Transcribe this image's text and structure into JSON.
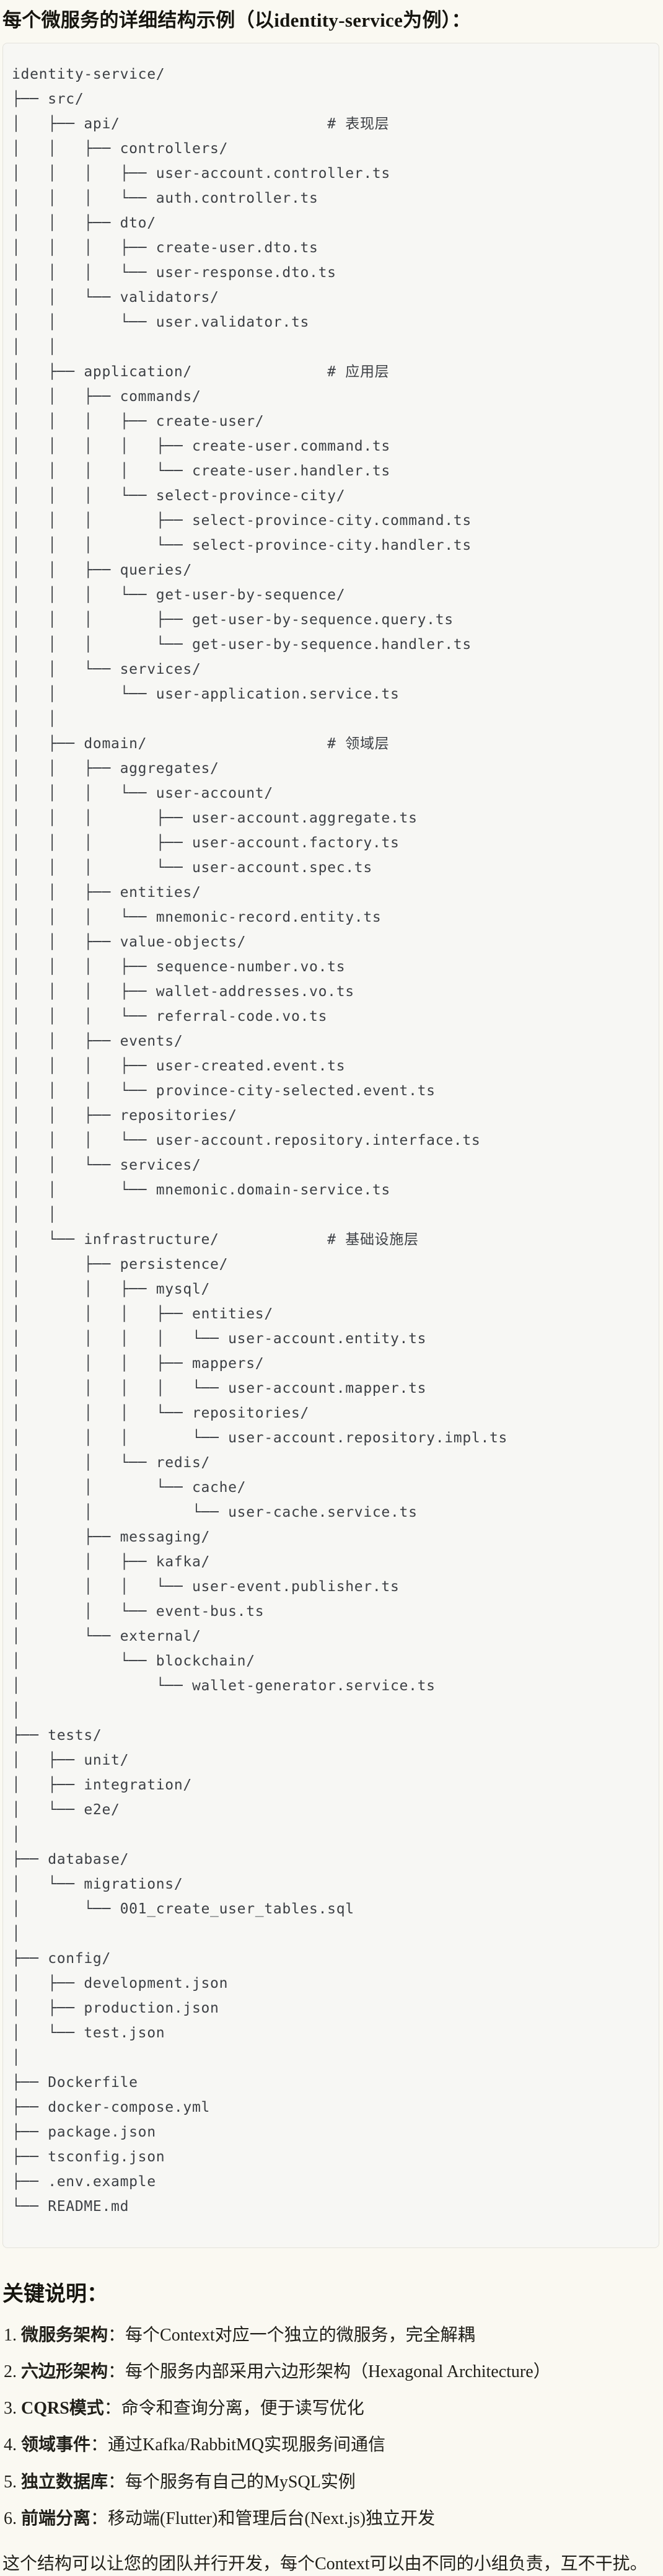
{
  "title": "每个微服务的详细结构示例（以identity-service为例）：",
  "tree": {
    "lines": [
      "identity-service/",
      "├── src/",
      "│   ├── api/                       # 表现层",
      "│   │   ├── controllers/",
      "│   │   │   ├── user-account.controller.ts",
      "│   │   │   └── auth.controller.ts",
      "│   │   ├── dto/",
      "│   │   │   ├── create-user.dto.ts",
      "│   │   │   └── user-response.dto.ts",
      "│   │   └── validators/",
      "│   │       └── user.validator.ts",
      "│   │",
      "│   ├── application/               # 应用层",
      "│   │   ├── commands/",
      "│   │   │   ├── create-user/",
      "│   │   │   │   ├── create-user.command.ts",
      "│   │   │   │   └── create-user.handler.ts",
      "│   │   │   └── select-province-city/",
      "│   │   │       ├── select-province-city.command.ts",
      "│   │   │       └── select-province-city.handler.ts",
      "│   │   ├── queries/",
      "│   │   │   └── get-user-by-sequence/",
      "│   │   │       ├── get-user-by-sequence.query.ts",
      "│   │   │       └── get-user-by-sequence.handler.ts",
      "│   │   └── services/",
      "│   │       └── user-application.service.ts",
      "│   │",
      "│   ├── domain/                    # 领域层",
      "│   │   ├── aggregates/",
      "│   │   │   └── user-account/",
      "│   │   │       ├── user-account.aggregate.ts",
      "│   │   │       ├── user-account.factory.ts",
      "│   │   │       └── user-account.spec.ts",
      "│   │   ├── entities/",
      "│   │   │   └── mnemonic-record.entity.ts",
      "│   │   ├── value-objects/",
      "│   │   │   ├── sequence-number.vo.ts",
      "│   │   │   ├── wallet-addresses.vo.ts",
      "│   │   │   └── referral-code.vo.ts",
      "│   │   ├── events/",
      "│   │   │   ├── user-created.event.ts",
      "│   │   │   └── province-city-selected.event.ts",
      "│   │   ├── repositories/",
      "│   │   │   └── user-account.repository.interface.ts",
      "│   │   └── services/",
      "│   │       └── mnemonic.domain-service.ts",
      "│   │",
      "│   └── infrastructure/            # 基础设施层",
      "│       ├── persistence/",
      "│       │   ├── mysql/",
      "│       │   │   ├── entities/",
      "│       │   │   │   └── user-account.entity.ts",
      "│       │   │   ├── mappers/",
      "│       │   │   │   └── user-account.mapper.ts",
      "│       │   │   └── repositories/",
      "│       │   │       └── user-account.repository.impl.ts",
      "│       │   └── redis/",
      "│       │       └── cache/",
      "│       │           └── user-cache.service.ts",
      "│       ├── messaging/",
      "│       │   ├── kafka/",
      "│       │   │   └── user-event.publisher.ts",
      "│       │   └── event-bus.ts",
      "│       └── external/",
      "│           └── blockchain/",
      "│               └── wallet-generator.service.ts",
      "│",
      "├── tests/",
      "│   ├── unit/",
      "│   ├── integration/",
      "│   └── e2e/",
      "│",
      "├── database/",
      "│   └── migrations/",
      "│       └── 001_create_user_tables.sql",
      "│",
      "├── config/",
      "│   ├── development.json",
      "│   ├── production.json",
      "│   └── test.json",
      "│",
      "├── Dockerfile",
      "├── docker-compose.yml",
      "├── package.json",
      "├── tsconfig.json",
      "├── .env.example",
      "└── README.md"
    ]
  },
  "notes": {
    "heading": "关键说明：",
    "items": [
      {
        "num": "1.",
        "term": "微服务架构",
        "desc": "：每个Context对应一个独立的微服务，完全解耦"
      },
      {
        "num": "2.",
        "term": "六边形架构",
        "desc": "：每个服务内部采用六边形架构（Hexagonal Architecture）"
      },
      {
        "num": "3.",
        "term": "CQRS模式",
        "desc": "：命令和查询分离，便于读写优化"
      },
      {
        "num": "4.",
        "term": "领域事件",
        "desc": "：通过Kafka/RabbitMQ实现服务间通信"
      },
      {
        "num": "5.",
        "term": "独立数据库",
        "desc": "：每个服务有自己的MySQL实例"
      },
      {
        "num": "6.",
        "term": "前端分离",
        "desc": "：移动端(Flutter)和管理后台(Next.js)独立开发"
      }
    ],
    "footer": "这个结构可以让您的团队并行开发，每个Context可以由不同的小组负责，互不干扰。"
  }
}
